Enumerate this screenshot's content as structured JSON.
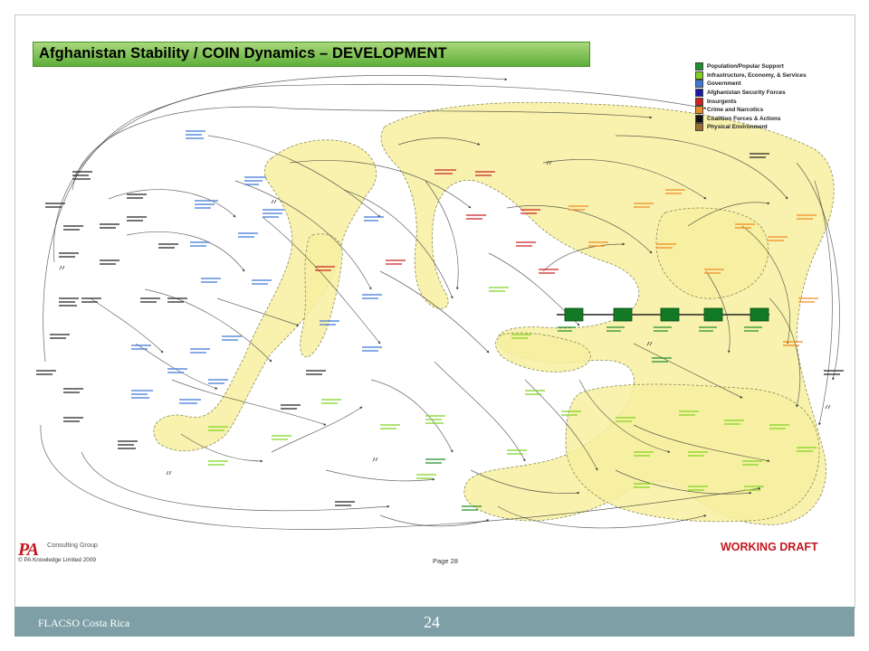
{
  "slide": {
    "title": "Afghanistan Stability / COIN Dynamics – DEVELOPMENT",
    "legend": [
      {
        "label": "Population/Popular Support",
        "color": "#1f8f2a"
      },
      {
        "label": "Infrastructure, Economy, & Services",
        "color": "#7ed321"
      },
      {
        "label": "Government",
        "color": "#3c78d8"
      },
      {
        "label": "Afghanistan Security Forces",
        "color": "#1a1aa6"
      },
      {
        "label": "Insurgents",
        "color": "#cc2222"
      },
      {
        "label": "Crime and Narcotics",
        "color": "#f08a24"
      },
      {
        "label": "Coalition Forces & Actions",
        "color": "#111111"
      },
      {
        "label": "Physical Environment",
        "color": "#9c6b2e"
      }
    ],
    "brand": {
      "mark": "PA",
      "name": "Consulting Group"
    },
    "copyright": "© PA Knowledge Limited 2009",
    "page_label": "Page 28",
    "status": "WORKING DRAFT"
  },
  "footer": {
    "organization": "FLACSO Costa Rica",
    "page_number": "24"
  }
}
